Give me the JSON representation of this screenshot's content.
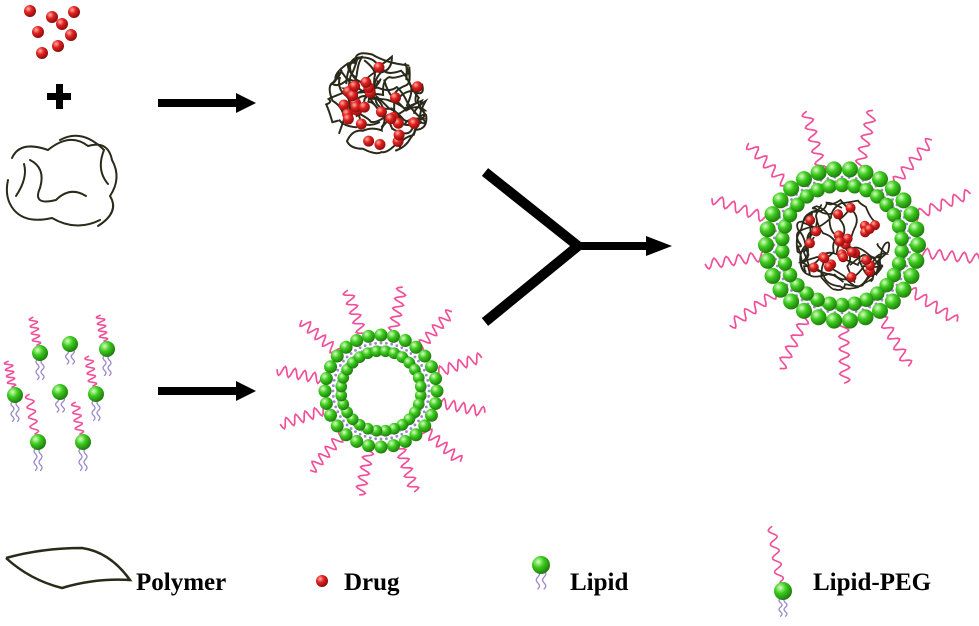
{
  "legend": {
    "polymer_label": "Polymer",
    "drug_label": "Drug",
    "lipid_label": "Lipid",
    "lipid_peg_label": "Lipid-PEG"
  },
  "colors": {
    "drug": "#e02020",
    "lipid": "#3ccc1e",
    "peg": "#f0509a",
    "tail": "#9a88cc",
    "polymer": "#2b2a1a",
    "arrow": "#000000"
  }
}
